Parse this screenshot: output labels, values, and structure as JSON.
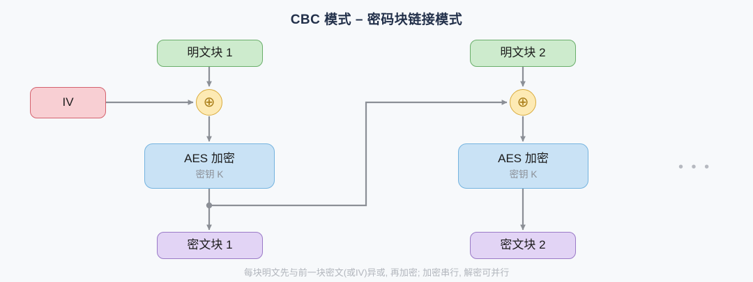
{
  "title": "CBC 模式 – 密码块链接模式",
  "caption": "每块明文先与前一块密文(或IV)异或, 再加密; 加密串行, 解密可并行",
  "continuation": "• • •",
  "colors": {
    "background": "#f7f9fb",
    "title_text": "#22304a",
    "caption_text": "#b2b6bd",
    "plaintext_fill": "#cdebcd",
    "plaintext_border": "#6aae6a",
    "iv_fill": "#f8cfd3",
    "iv_border": "#d4626e",
    "aes_fill": "#c9e2f5",
    "aes_border": "#74b3df",
    "cipher_fill": "#e2d4f5",
    "cipher_border": "#9a7ac7",
    "xor_fill": "#fdeab4",
    "xor_border": "#d9ab3c",
    "xor_glyph": "#a97d18",
    "edge": "#8b8f96"
  },
  "nodes": {
    "iv": {
      "label": "IV"
    },
    "xor_symbol": "⊕",
    "block1": {
      "plaintext": "明文块 1",
      "cipher": "AES 加密",
      "key": "密钥 K",
      "ciphertext": "密文块 1"
    },
    "block2": {
      "plaintext": "明文块 2",
      "cipher": "AES 加密",
      "key": "密钥 K",
      "ciphertext": "密文块 2"
    }
  }
}
